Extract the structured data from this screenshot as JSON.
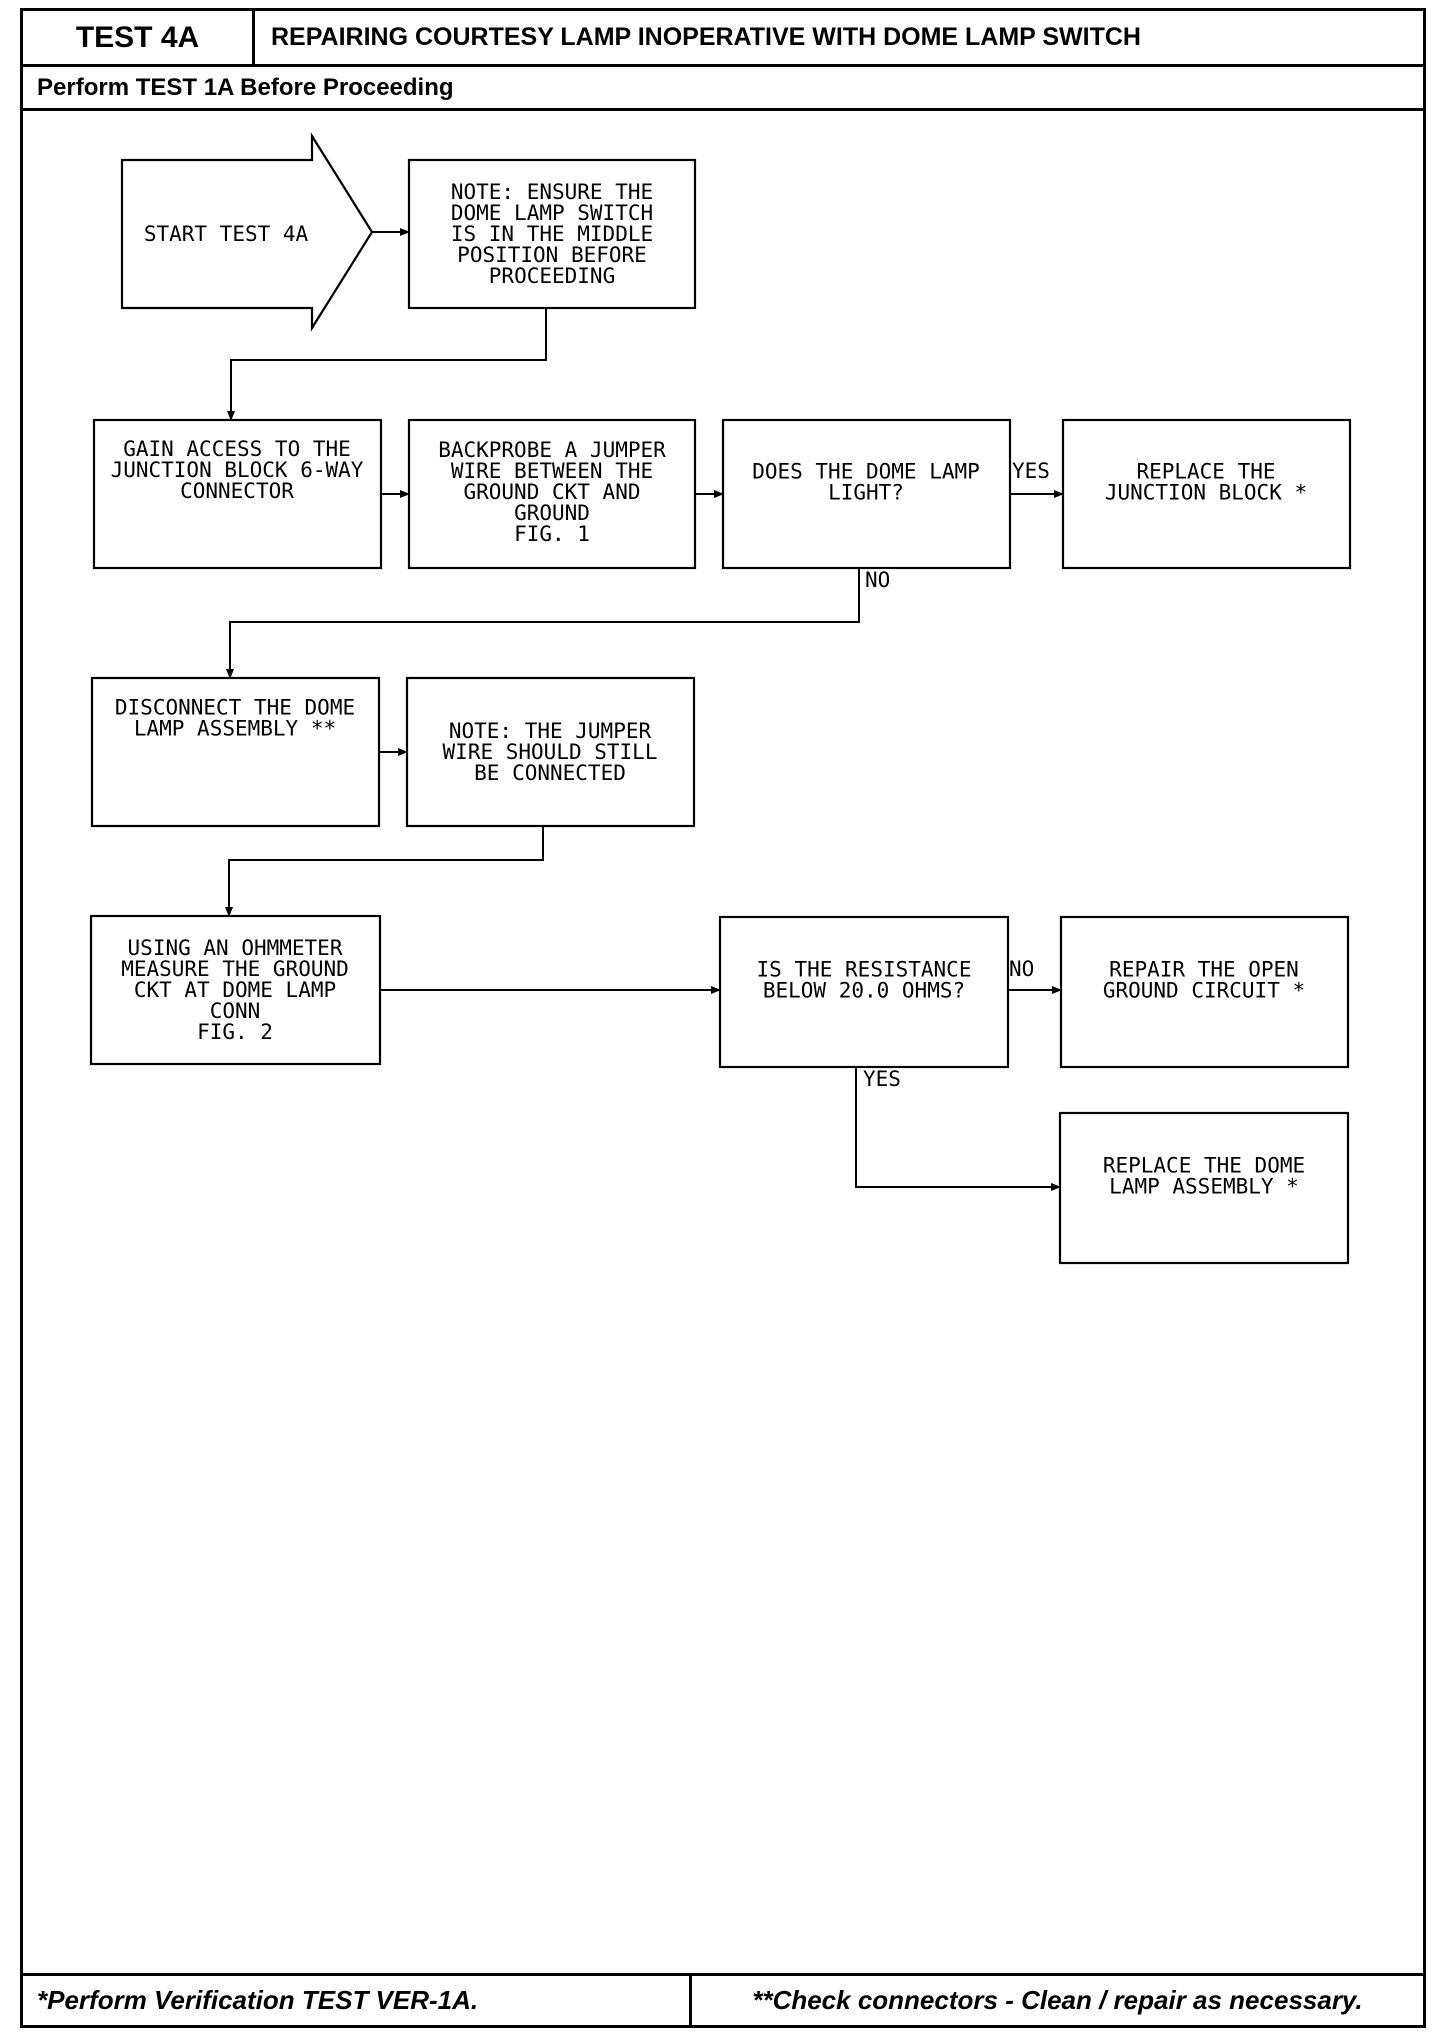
{
  "header": {
    "test_id": "TEST 4A",
    "title": "REPAIRING COURTESY LAMP INOPERATIVE WITH DOME LAMP SWITCH",
    "subtitle": "Perform TEST 1A Before Proceeding"
  },
  "flow": {
    "start": {
      "lines": [
        "START TEST 4A"
      ]
    },
    "note_switch": {
      "lines": [
        "NOTE: ENSURE THE",
        "DOME LAMP SWITCH",
        "IS IN THE MIDDLE",
        "POSITION BEFORE",
        "PROCEEDING"
      ]
    },
    "gain_access": {
      "lines": [
        "GAIN ACCESS TO THE",
        "JUNCTION BLOCK 6-WAY",
        "CONNECTOR"
      ]
    },
    "backprobe": {
      "lines": [
        "BACKPROBE A JUMPER",
        "WIRE BETWEEN THE",
        "GROUND CKT AND",
        "GROUND",
        "FIG. 1"
      ]
    },
    "dome_light_q": {
      "lines": [
        "DOES THE DOME LAMP",
        "LIGHT?"
      ]
    },
    "replace_jb": {
      "lines": [
        "REPLACE THE",
        "JUNCTION BLOCK *"
      ]
    },
    "disconnect": {
      "lines": [
        "DISCONNECT THE DOME",
        "LAMP ASSEMBLY **"
      ]
    },
    "note_jumper": {
      "lines": [
        "NOTE: THE JUMPER",
        "WIRE SHOULD STILL",
        "BE CONNECTED"
      ]
    },
    "ohmmeter": {
      "lines": [
        "USING AN OHMMETER",
        "MEASURE THE GROUND",
        "CKT AT DOME LAMP",
        "CONN",
        "FIG. 2"
      ]
    },
    "resistance_q": {
      "lines": [
        "IS THE RESISTANCE",
        "BELOW 20.0 OHMS?"
      ]
    },
    "repair_ground": {
      "lines": [
        "REPAIR THE OPEN",
        "GROUND CIRCUIT *"
      ]
    },
    "replace_dome": {
      "lines": [
        "REPLACE THE DOME",
        "LAMP ASSEMBLY *"
      ]
    },
    "labels": {
      "yes_1": "YES",
      "no_1": "NO",
      "no_2": "NO",
      "yes_2": "YES"
    }
  },
  "footer": {
    "left": "*Perform Verification TEST VER-1A.",
    "right": "**Check connectors - Clean / repair as necessary."
  }
}
